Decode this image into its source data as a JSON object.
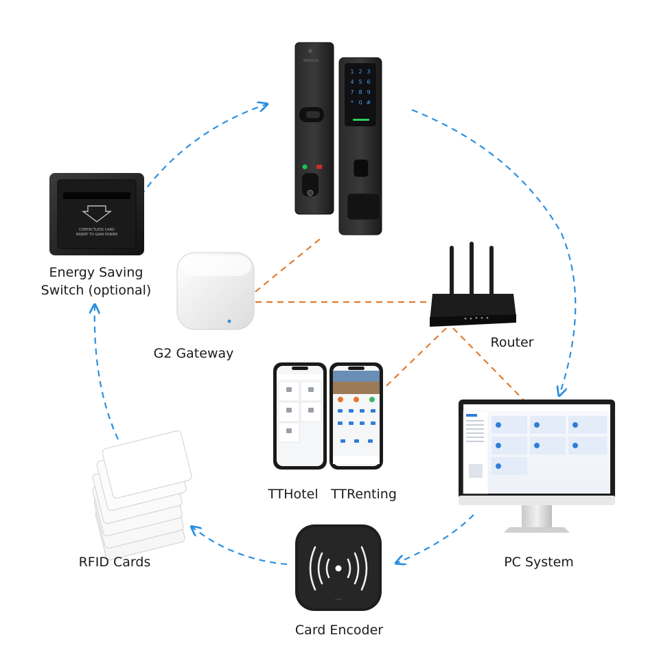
{
  "colors": {
    "blue_arrow": "#2a8fe0",
    "orange_link": "#e07a2e",
    "device_dark": "#1e1e1e",
    "keypad_blue": "#3fa3ff",
    "screen_accent": "#2f7ed8"
  },
  "nodes": {
    "smart_lock": {
      "label": ""
    },
    "energy_switch": {
      "label_line1": "Energy Saving",
      "label_line2": "Switch (optional)",
      "slot_text_line1": "CONTACTLESS CARD",
      "slot_text_line2": "INSERT TO GAIN POWER"
    },
    "gateway": {
      "label": "G2 Gateway"
    },
    "router": {
      "label": "Router"
    },
    "tthotel": {
      "label": "TTHotel"
    },
    "ttrenting": {
      "label": "TTRenting"
    },
    "pc_system": {
      "label": "PC System"
    },
    "card_encoder": {
      "label": "Card Encoder"
    },
    "rfid_cards": {
      "label": "RFID Cards"
    }
  },
  "keypad_keys": [
    "1",
    "2",
    "3",
    "4",
    "5",
    "6",
    "7",
    "8",
    "9",
    "*",
    "0",
    "#"
  ]
}
